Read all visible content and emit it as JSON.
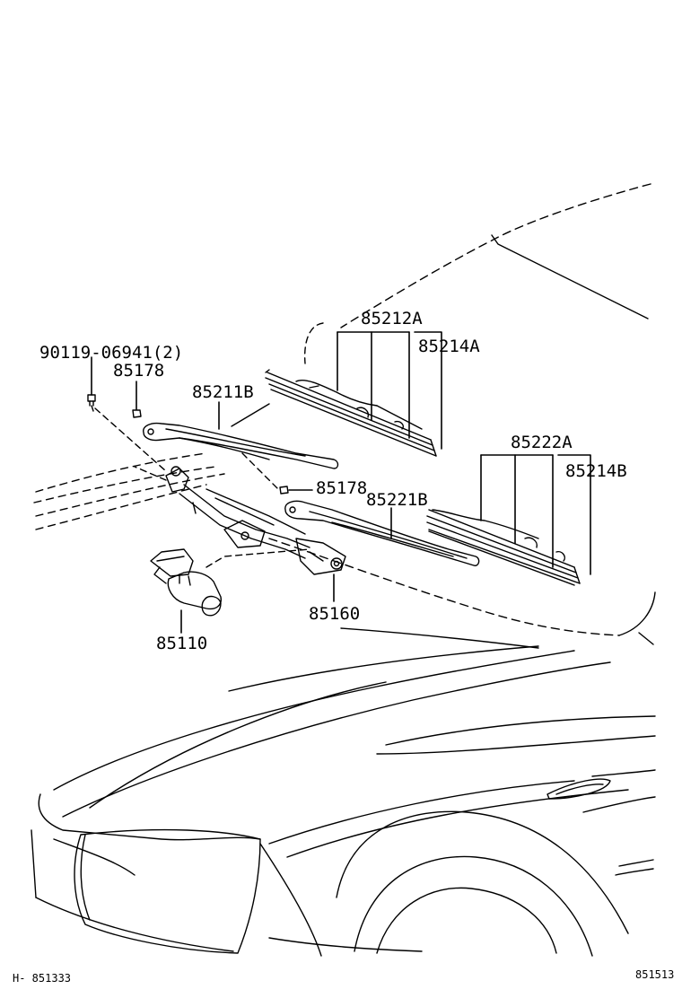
{
  "diagram": {
    "part_labels": {
      "bolt": "90119-06941(2)",
      "nut_upper": "85178",
      "arm_front": "85211B",
      "nut_lower": "85178",
      "blade_front": "85212A",
      "rubber_front": "85214A",
      "blade_rear": "85222A",
      "rubber_rear": "85214B",
      "arm_rear": "85221B",
      "link": "85160",
      "motor": "85110"
    },
    "footer": {
      "left_code": "H- 851333",
      "right_code": "851513"
    }
  }
}
